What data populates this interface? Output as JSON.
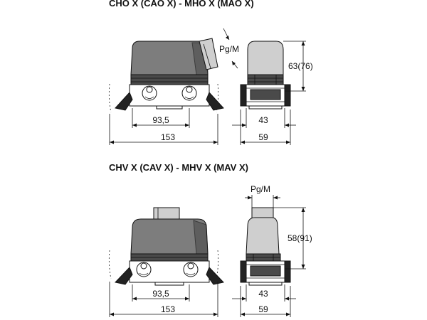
{
  "top": {
    "title": "CHO X (CAO X)  -  MHO X (MAO X)",
    "gland_label": "Pg/M",
    "dim_height": "63(76)",
    "dim_inner": "93,5",
    "dim_outer": "153",
    "dim_side_inner": "43",
    "dim_side_outer": "59"
  },
  "bottom": {
    "title": "CHV X (CAV X)  -  MHV X (MAV X)",
    "gland_label": "Pg/M",
    "dim_height": "58(91)",
    "dim_inner": "93,5",
    "dim_outer": "153",
    "dim_side_inner": "43",
    "dim_side_outer": "59"
  },
  "colors": {
    "housing": "#7d7d7d",
    "shadow": "#4a4a4a",
    "line": "#111111"
  }
}
